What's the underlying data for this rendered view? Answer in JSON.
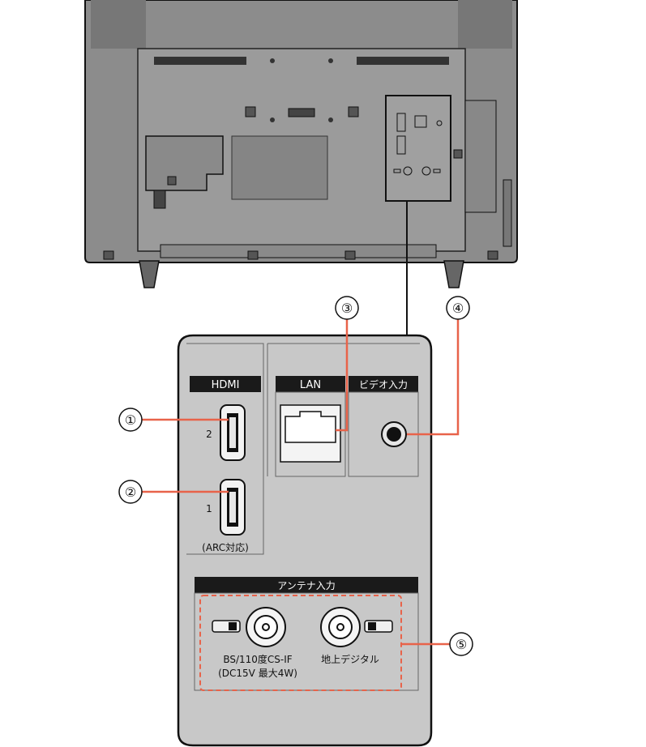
{
  "panel": {
    "hdmi_header": "HDMI",
    "hdmi_port_2": "2",
    "hdmi_port_1": "1",
    "arc_note": "(ARC対応)",
    "lan_header": "LAN",
    "video_header": "ビデオ入力",
    "antenna_header": "アンテナ入力",
    "bs_label_line1": "BS/110度CS-IF",
    "bs_label_line2": "(DC15V 最大4W)",
    "terrestrial_label": "地上デジタル"
  },
  "callouts": [
    "①",
    "②",
    "③",
    "④",
    "⑤"
  ],
  "colors": {
    "panel_fill": "#c8c8c8",
    "tv_body": "#8f8f8f",
    "header_bar": "#1a1a1a",
    "callout_line": "#e8634a"
  }
}
